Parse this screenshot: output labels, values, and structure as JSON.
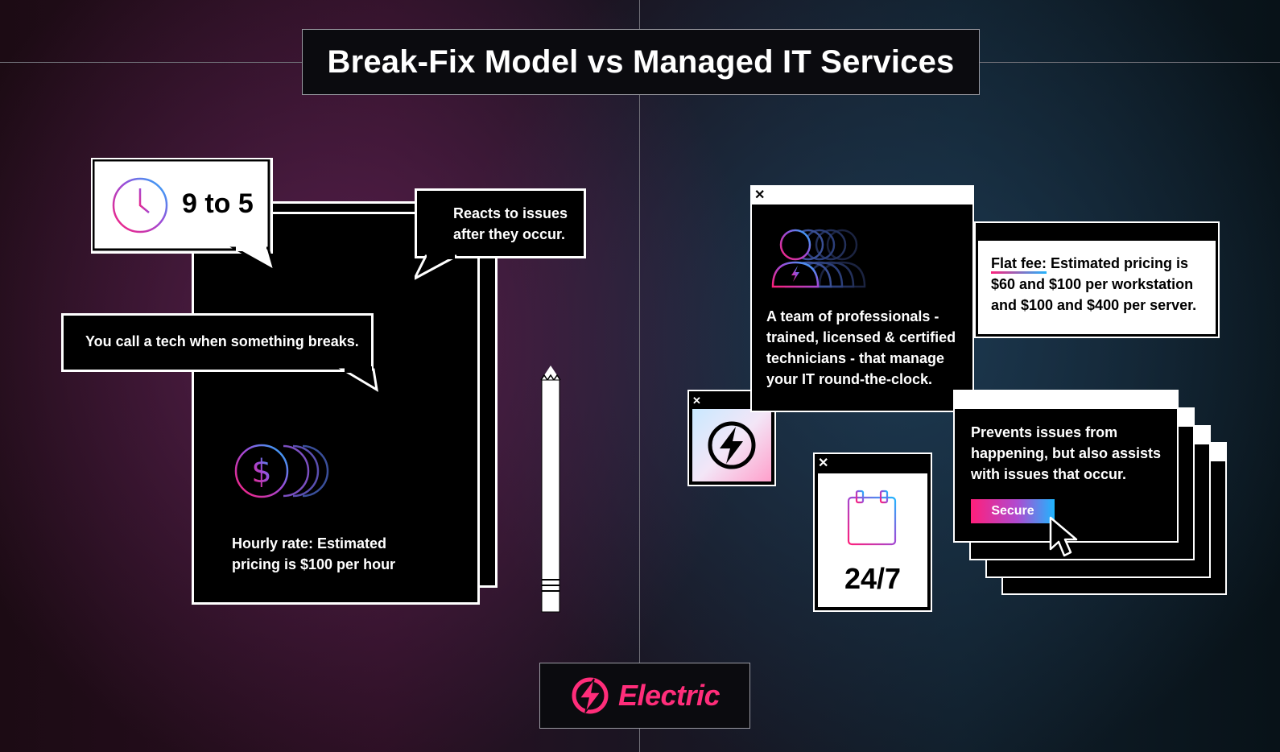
{
  "title": "Break-Fix Model vs Managed IT Services",
  "break_fix": {
    "hours_label": "9 to 5",
    "reacts_text_line1": "Reacts to issues",
    "reacts_text_line2": "after they occur.",
    "call_text": "You call a tech when something breaks.",
    "rate_line1": "Hourly rate: Estimated",
    "rate_line2": "pricing is $100 per hour"
  },
  "managed": {
    "team_line1": "A team of professionals -",
    "team_line2": "trained, licensed & certified",
    "team_line3": "technicians - that manage",
    "team_line4": "your IT round-the-clock.",
    "flat_fee_label": "Flat fee:",
    "flat_fee_line1": " Estimated pricing is",
    "flat_fee_line2": "$60 and $100 per workstation",
    "flat_fee_line3": "and $100 and $400 per server.",
    "prevents_line1": "Prevents issues from",
    "prevents_line2": "happening, but also assists",
    "prevents_line3": "with issues that occur.",
    "secure_button": "Secure",
    "availability": "24/7",
    "close_glyph": "✕"
  },
  "brand": {
    "name": "Electric",
    "color": "#ff2d7a"
  },
  "colors": {
    "gradient_pink": "#ff1f7a",
    "gradient_purple": "#9b4bd8",
    "gradient_blue": "#1fb6ff"
  },
  "icons": [
    "clock-icon",
    "dollar-coins-icon",
    "pencil-icon",
    "team-icon",
    "lightning-icon",
    "calendar-icon",
    "cursor-icon",
    "close-icon"
  ]
}
